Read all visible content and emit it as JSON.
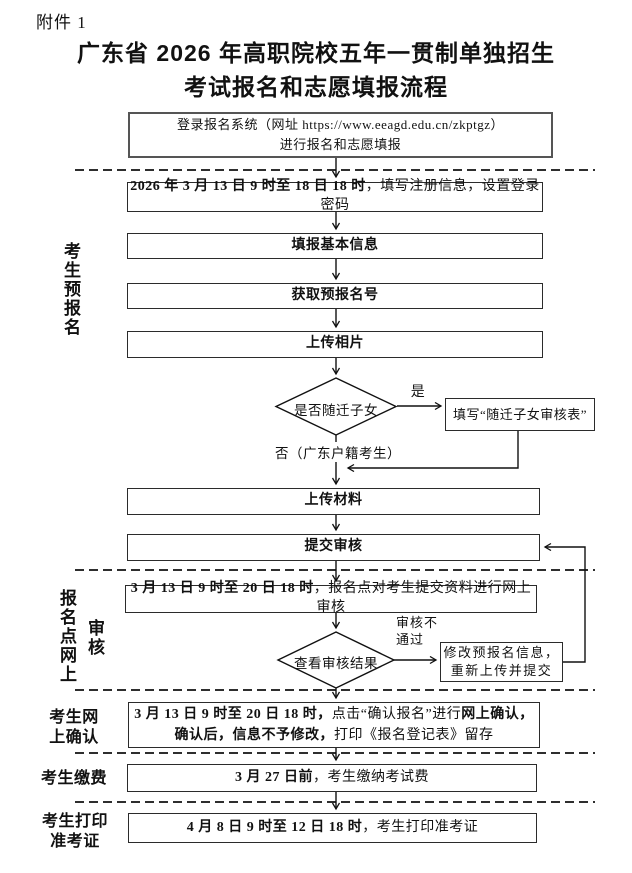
{
  "doc": {
    "attachment": "附件 1",
    "title_line1": "广东省 2026 年高职院校五年一贯制单独招生",
    "title_line2": "考试报名和志愿填报流程"
  },
  "sections": {
    "preregistration": "考生预报名",
    "review_col1": "报名点网上",
    "review_col2": "审核",
    "confirm_l1": "考生网",
    "confirm_l2": "上确认",
    "payment": "考生缴费",
    "print_l1": "考生打印",
    "print_l2": "准考证"
  },
  "flow": {
    "login_l1": "登录报名系统（网址 https://www.eeagd.edu.cn/zkptgz）",
    "login_l2": "进行报名和志愿填报",
    "register_bold": "2026 年 3 月 13 日 9 时至 18 日 18 时",
    "register_rest": "，填写注册信息，设置登录密码",
    "basic_info": "填报基本信息",
    "get_number": "获取预报名号",
    "upload_photo": "上传相片",
    "migrant_q": "是否随迁子女",
    "yes": "是",
    "no": "否（广东户籍考生）",
    "migrant_form": "填写“随迁子女审核表”",
    "upload_materials": "上传材料",
    "submit_review": "提交审核",
    "site_review_bold": "3 月 13 日 9 时至 20 日 18 时",
    "site_review_rest": "，报名点对考生提交资料进行网上审核",
    "check_result": "查看审核结果",
    "fail_l1": "审核不",
    "fail_l2": "通过",
    "modify_l1": "修改预报名信息，",
    "modify_l2": "重新上传并提交",
    "confirm_b1": "3 月 13 日 9 时至 20 日 18 时，",
    "confirm_r1": "点击“确认报名”进行",
    "confirm_b2": "网上确认，",
    "confirm_b3": "确认后，信息不予修改，",
    "confirm_r2": "打印《报名登记表》留存",
    "pay_bold": "3 月 27 日前",
    "pay_rest": "，考生缴纳考试费",
    "print_bold": "4 月 8 日 9 时至 12 日 18 时",
    "print_rest": "，考生打印准考证"
  }
}
